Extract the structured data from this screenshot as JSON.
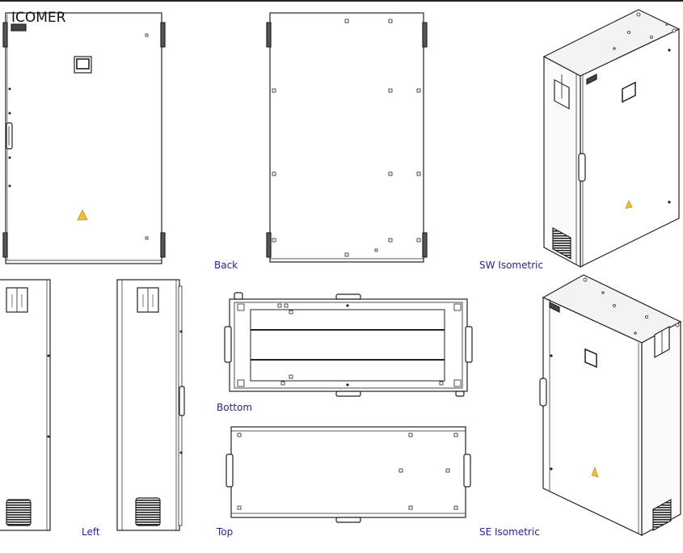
{
  "drawing": {
    "brand": "ICOMER",
    "warning_mark": "!",
    "views": {
      "back": "Back",
      "sw_isometric": "SW Isometric",
      "bottom": "Bottom",
      "left": "Left",
      "top": "Top",
      "se_isometric": "SE Isometric"
    },
    "colors": {
      "line": "#222222",
      "label": "#2323a0",
      "warning": "#f2c12e"
    }
  }
}
